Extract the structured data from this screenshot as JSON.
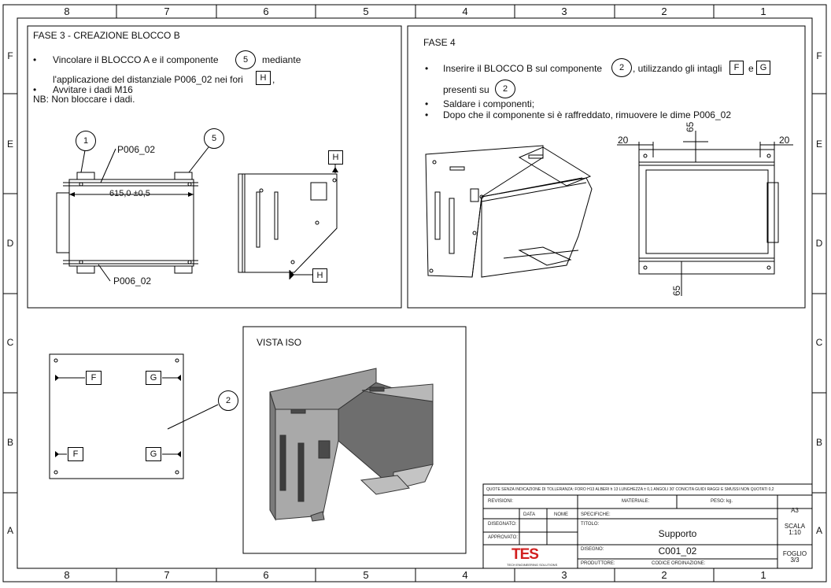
{
  "zones_top": [
    "8",
    "7",
    "6",
    "5",
    "4",
    "3",
    "2",
    "1"
  ],
  "zones_side": [
    "F",
    "E",
    "D",
    "C",
    "B",
    "A"
  ],
  "fase3": {
    "title": "FASE 3 - CREAZIONE BLOCCO B",
    "b1a": "Vincolare il BLOCCO A e il componente",
    "b1num": "5",
    "b1b": "mediante",
    "b1c": "l'applicazione del distanziale P006_02 nei fori",
    "b1tag": "H",
    "b1d": ",",
    "b2": "Avvitare i dadi M16",
    "nb": "NB: Non bloccare i dadi.",
    "callout1": "1",
    "callout5": "5",
    "label_top": "P006_02",
    "label_bottom": "P006_02",
    "dim": "615,0 ±0,5",
    "tagH1": "H",
    "tagH2": "H"
  },
  "fase4": {
    "title": "FASE 4",
    "b1a": "Inserire il BLOCCO B sul componente",
    "b1num": "2",
    "b1b": ", utilizzando gli intagli",
    "tagF": "F",
    "b1e": "e",
    "tagG": "G",
    "b1c": "presenti su",
    "b1num2": "2",
    "b2": "Saldare i componenti;",
    "b3": "Dopo che il componente si è raffreddato, rimuovere le dime  P006_02",
    "dim20a": "20",
    "dim20b": "20",
    "dim65a": "65",
    "dim65b": "65"
  },
  "plate": {
    "callout": "2",
    "F1": "F",
    "G1": "G",
    "F2": "F",
    "G2": "G"
  },
  "vista": {
    "title": "VISTA ISO"
  },
  "titleblock": {
    "note": "QUOTE SENZA INDICAZIONE DI TOLLERANZA: FORO H13 ALBERI h 13 LUNGHEZZA ± 0,1 ANGOLI 30' CONICITA GUIDI RAGGI E SMUSSI NON QUOTATI 0,2",
    "revisioni": "REVISIONI:",
    "materiale": "MATERIALE:",
    "peso": "PESO:",
    "kg": "kg.",
    "size": "A3",
    "data": "DATA",
    "nome": "NOME",
    "specifiche": "SPECIFICHE:",
    "disegnato": "DISEGNATO:",
    "titolo": "TITOLO:",
    "titolo_value": "Supporto",
    "scala": "SCALA",
    "scala_value": "1:10",
    "approvato": "APPROVATO:",
    "disegno": "DISEGNO:",
    "disegno_value": "C001_02",
    "foglio": "FOGLIO",
    "foglio_value": "3/3",
    "produttore": "PRODUTTORE:",
    "codice": "CODICE ORDINAZIONE:",
    "logo": "TES",
    "logo_sub": "TECH ENGINEERING SOLUTIONS"
  },
  "colors": {
    "line": "#000000",
    "logo_red": "#d21f1f",
    "metal_dark": "#6f6f6f",
    "metal_mid": "#a8a8a8",
    "metal_light": "#d4d4d4"
  }
}
